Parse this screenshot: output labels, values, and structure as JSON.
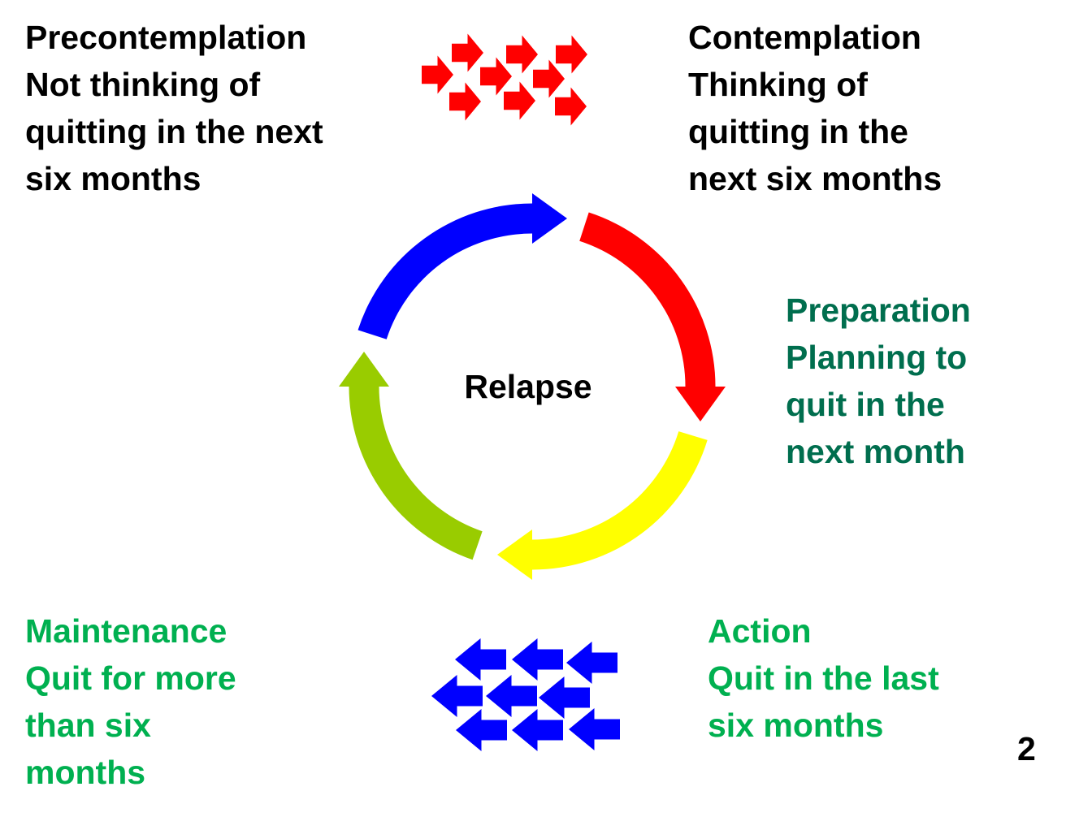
{
  "stages": {
    "precontemplation": {
      "lines": [
        "Precontemplation",
        "Not thinking of",
        "quitting in the next",
        "six months"
      ],
      "color": "#000000"
    },
    "contemplation": {
      "lines": [
        "Contemplation",
        "Thinking of",
        "quitting in the",
        "next six months"
      ],
      "color": "#000000"
    },
    "preparation": {
      "lines": [
        "Preparation",
        "Planning to",
        "quit in the",
        "next month"
      ],
      "color": "#006E4E"
    },
    "maintenance": {
      "lines": [
        "Maintenance",
        "Quit for more",
        "than six",
        "months"
      ],
      "color": "#00B050"
    },
    "action": {
      "lines": [
        "Action",
        "Quit in the last",
        "six months"
      ],
      "color": "#00B050"
    }
  },
  "center_label": "Relapse",
  "page_number": "2",
  "cycle_colors": {
    "blue": "#0000FF",
    "red": "#FF0000",
    "yellow": "#FFFF00",
    "green": "#99CC00"
  },
  "forward_arrows_color": "#FF0000",
  "backward_arrows_color": "#0000FF"
}
